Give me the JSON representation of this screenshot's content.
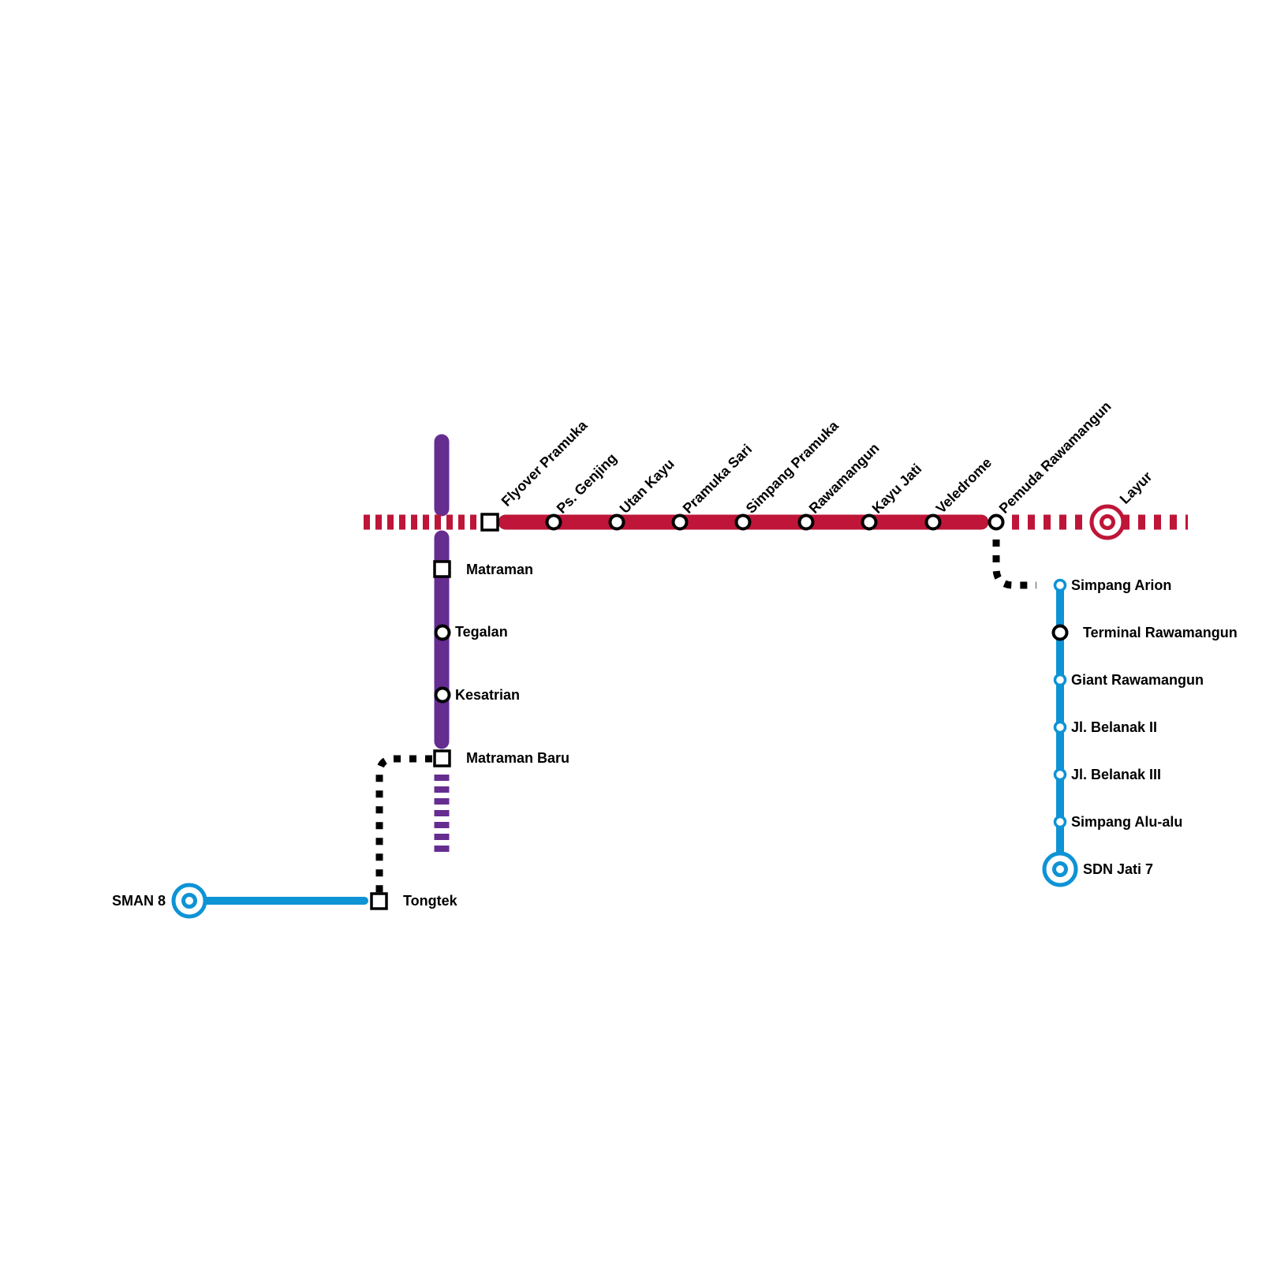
{
  "colors": {
    "red_line": "#BE1538",
    "purple_line": "#662D91",
    "blue_line": "#0E93D5",
    "connector": "#000000",
    "background": "#FFFFFF"
  },
  "stations": {
    "flyover_pramuka": "Flyover Pramuka",
    "ps_genjing": "Ps. Genjing",
    "utan_kayu": "Utan Kayu",
    "pramuka_sari": "Pramuka Sari",
    "simpang_pramuka": "Simpang Pramuka",
    "rawamangun": "Rawamangun",
    "kayu_jati": "Kayu Jati",
    "veledrome": "Veledrome",
    "pemuda_rawamangun": "Pemuda Rawamangun",
    "layur": "Layur",
    "matraman": "Matraman",
    "tegalan": "Tegalan",
    "kesatrian": "Kesatrian",
    "matraman_baru": "Matraman Baru",
    "tongtek": "Tongtek",
    "sman_8": "SMAN 8",
    "simpang_arion": "Simpang Arion",
    "terminal_rawamangun": "Terminal Rawamangun",
    "giant_rawamangun": "Giant Rawamangun",
    "jl_belanak_ii": "Jl. Belanak II",
    "jl_belanak_iii": "Jl. Belanak III",
    "simpang_alu_alu": "Simpang Alu-alu",
    "sdn_jati_7": "SDN Jati 7"
  }
}
